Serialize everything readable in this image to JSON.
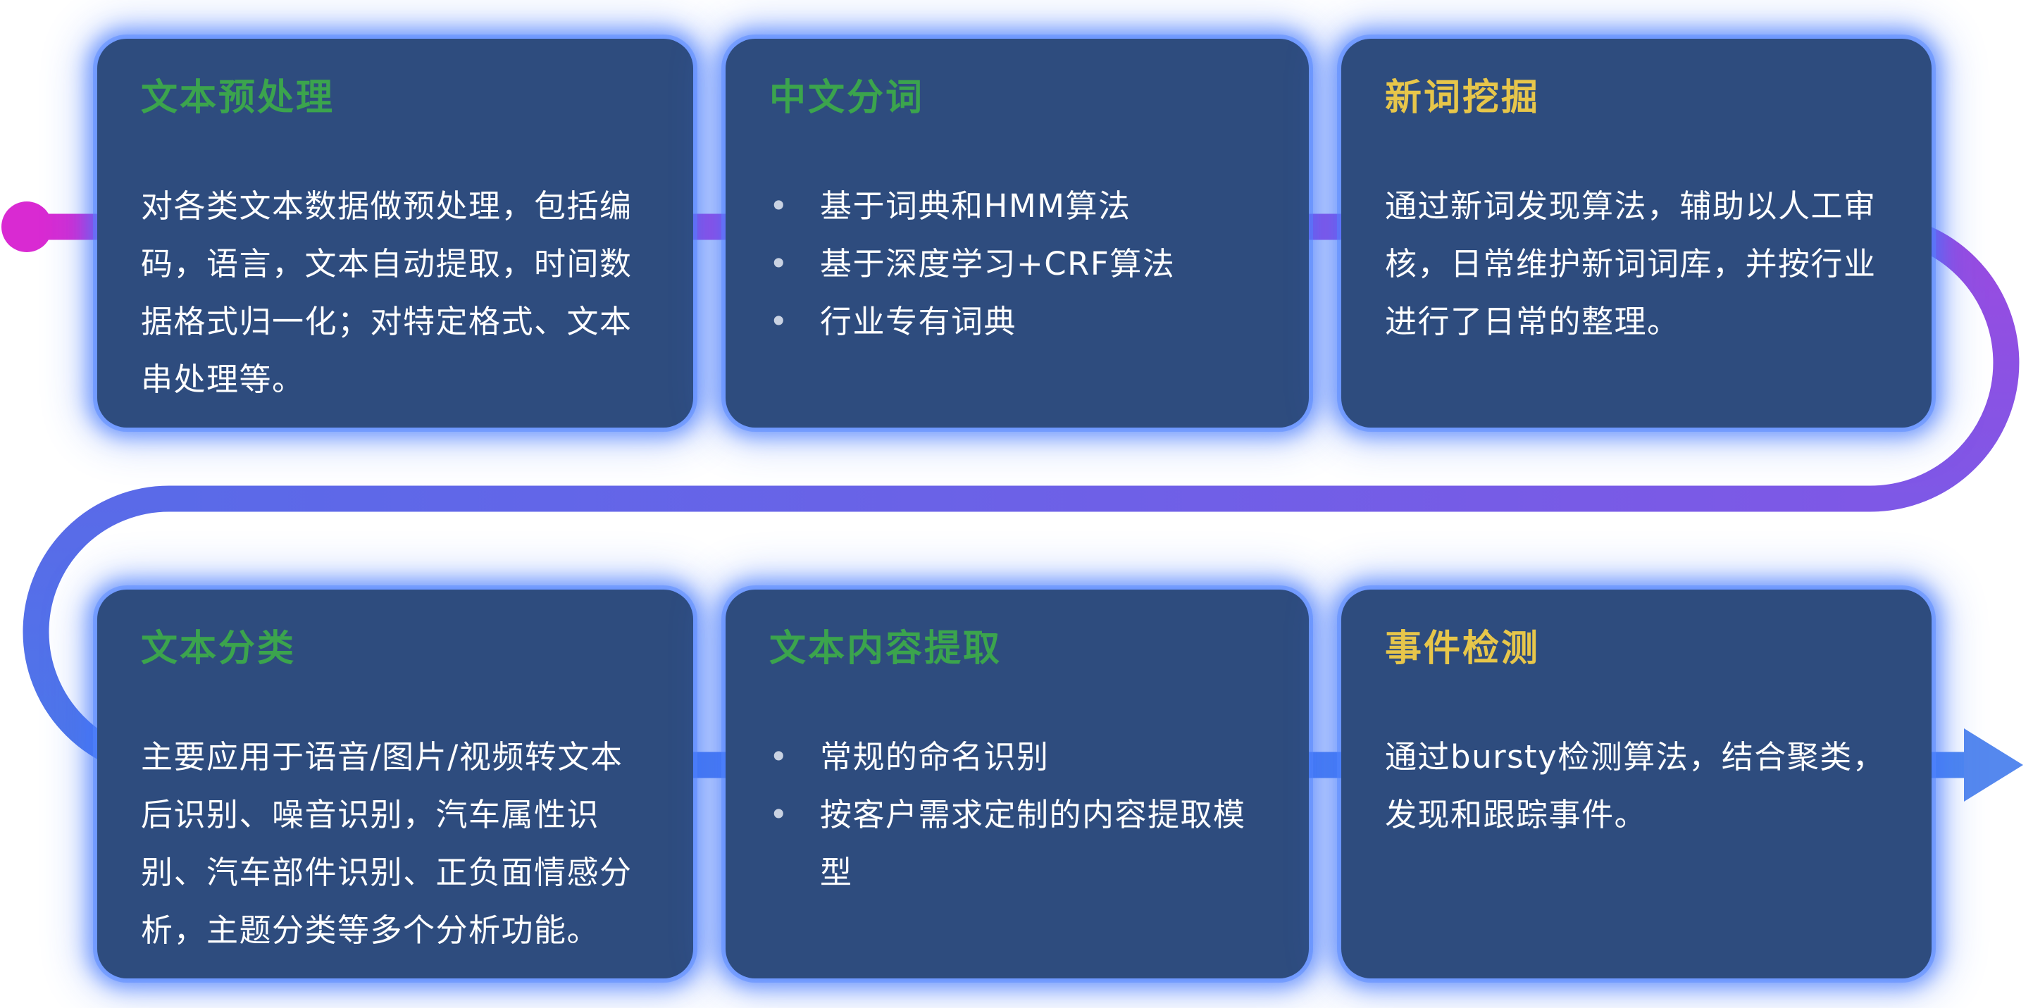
{
  "page": {
    "background": "#ffffff"
  },
  "flow": {
    "start_dot_color": "#d92ad2",
    "arrow_color": "#5588ee",
    "line_gradient": [
      "#d92ad2",
      "#9b4ae0",
      "#7e58e6",
      "#5a6ae8",
      "#4c77ea",
      "#4e86ef"
    ]
  },
  "card_style": {
    "background": "#2e4c7e",
    "glow": "#4076fc",
    "green_accent": "#3ba44d",
    "yellow_accent": "#e7c64a"
  },
  "cards": [
    {
      "title": "文本预处理",
      "accent_color": "#3ba44d",
      "body": "对各类文本数据做预处理，包括编码，语言，文本自动提取，时间数据格式归一化；对特定格式、文本串处理等。"
    },
    {
      "title": "中文分词",
      "accent_color": "#3ba44d",
      "bullets": [
        "基于词典和HMM算法",
        "基于深度学习+CRF算法",
        "行业专有词典"
      ]
    },
    {
      "title": "新词挖掘",
      "accent_color": "#e7c64a",
      "body": "通过新词发现算法，辅助以人工审核，日常维护新词词库，并按行业进行了日常的整理。"
    },
    {
      "title": "文本分类",
      "accent_color": "#3ba44d",
      "body": "主要应用于语音/图片/视频转文本后识别、噪音识别，汽车属性识别、汽车部件识别、正负面情感分析，主题分类等多个分析功能。"
    },
    {
      "title": "文本内容提取",
      "accent_color": "#3ba44d",
      "bullets": [
        "常规的命名识别",
        "按客户需求定制的内容提取模型"
      ]
    },
    {
      "title": "事件检测",
      "accent_color": "#e7c64a",
      "body": "通过bursty检测算法，结合聚类，发现和跟踪事件。"
    }
  ]
}
